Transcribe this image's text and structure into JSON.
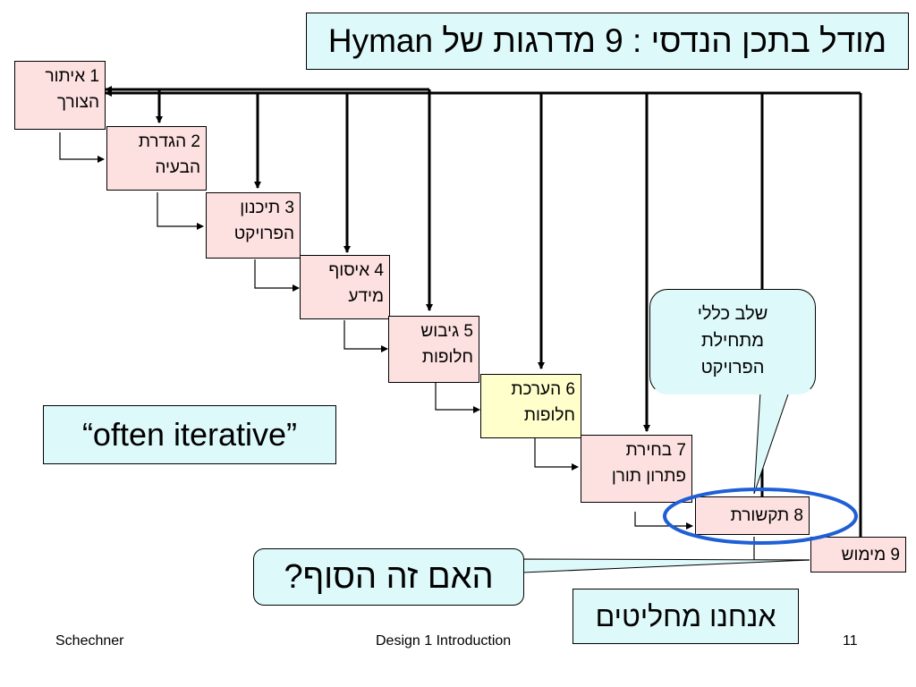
{
  "title": "מודל בתכן הנדסי : 9 מדרגות של  Hyman",
  "steps": [
    {
      "line1": "1 איתור",
      "line2": "הצורך"
    },
    {
      "line1": "2 הגדרת",
      "line2": "הבעיה"
    },
    {
      "line1": "3 תיכנון",
      "line2": "הפרויקט"
    },
    {
      "line1": "4 איסוף",
      "line2": "מידע"
    },
    {
      "line1": "5 גיבוש",
      "line2": "חלופות"
    },
    {
      "line1": "6 הערכת",
      "line2": "חלופות"
    },
    {
      "line1": "7 בחירת",
      "line2": "פתרון תורן"
    },
    {
      "line1": "8 תקשורת"
    },
    {
      "line1": "9 מימוש"
    }
  ],
  "callout": {
    "line1": "שלב כללי",
    "line2": "מתחילת",
    "line3": "הפרויקט"
  },
  "iterative_note": "“often iterative”",
  "question_note": "האם זה הסוף?",
  "decide_note": "אנחנו מחליטים",
  "footer": {
    "author": "Schechner",
    "course": "Design 1 Introduction",
    "page": "11"
  },
  "colors": {
    "step_fill": "#fde0e0",
    "highlight_fill": "#ffffcc",
    "note_fill": "#ddf9fa",
    "ellipse_stroke": "#1f5fd6"
  }
}
